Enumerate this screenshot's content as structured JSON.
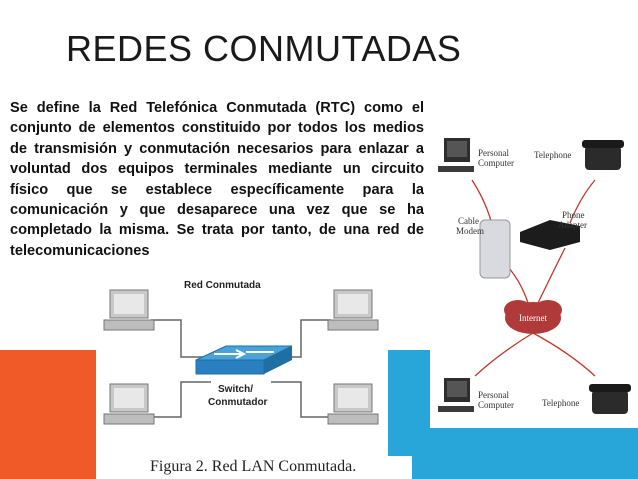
{
  "slide": {
    "title": "REDES CONMUTADAS",
    "body": "Se define la Red Telefónica Conmutada (RTC) como el conjunto de elementos constituido por todos los medios de transmisión y conmutación necesarios para enlazar a voluntad dos equipos terminales mediante un circuito físico que se establece específicamente para la comunicación y que desaparece una vez que se ha completado la misma. Se trata por tanto, de una red de telecomunicaciones",
    "colors": {
      "orange": "#f05a28",
      "blue": "#29a6d9"
    }
  },
  "lan_figure": {
    "heading": "Red Conmutada",
    "switch_label_1": "Switch/",
    "switch_label_2": "Conmutador",
    "caption": "Figura 2. Red LAN Conmutada."
  },
  "network_figure": {
    "personal_computer_top_1": "Personal",
    "personal_computer_top_2": "Computer",
    "telephone_top": "Telephone",
    "cable_modem_1": "Cable",
    "cable_modem_2": "Modem",
    "phone_adapter_1": "Phone",
    "phone_adapter_2": "Adapter",
    "internet": "Internet",
    "personal_computer_bottom_1": "Personal",
    "personal_computer_bottom_2": "Computer",
    "telephone_bottom": "Telephone"
  }
}
